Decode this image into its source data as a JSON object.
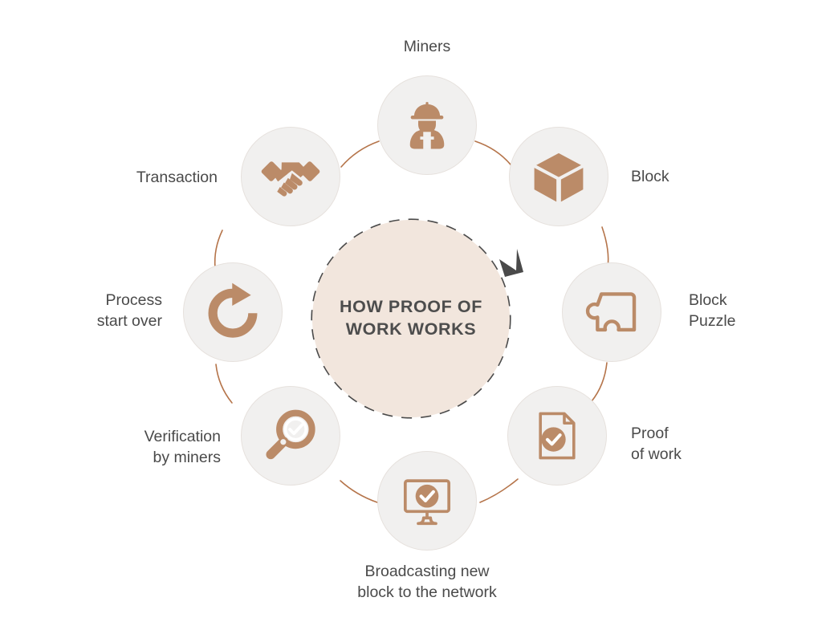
{
  "hub": {
    "title": "HOW PROOF OF\nWORK WORKS",
    "fill": "#f2e6dd",
    "dash_color": "#4a4a4a"
  },
  "theme": {
    "background": "#ffffff",
    "node_fill": "#f1f0ef",
    "node_border": "#e6e1dd",
    "icon_color": "#bb8b68",
    "connector_color": "#b5744a",
    "label_color": "#4a4a4a"
  },
  "diagram": {
    "type": "cycle",
    "direction": "clockwise",
    "node_count": 8,
    "nodes": [
      {
        "id": "miners",
        "label": "Miners",
        "icon": "miner-worker-icon",
        "label_pos": "top",
        "order": 1
      },
      {
        "id": "block",
        "label": "Block",
        "icon": "cube-block-icon",
        "label_pos": "right",
        "order": 2
      },
      {
        "id": "block-puzzle",
        "label": "Block\nPuzzle",
        "icon": "puzzle-piece-icon",
        "label_pos": "right",
        "order": 3
      },
      {
        "id": "proof-of-work",
        "label": "Proof\nof work",
        "icon": "document-check-icon",
        "label_pos": "right",
        "order": 4
      },
      {
        "id": "broadcasting",
        "label": "Broadcasting new\nblock to the network",
        "icon": "monitor-check-icon",
        "label_pos": "bottom",
        "order": 5
      },
      {
        "id": "verification",
        "label": "Verification\nby miners",
        "icon": "magnifier-check-icon",
        "label_pos": "left",
        "order": 6
      },
      {
        "id": "process-start-over",
        "label": "Process\nstart over",
        "icon": "refresh-circular-icon",
        "label_pos": "left",
        "order": 7
      },
      {
        "id": "transaction",
        "label": "Transaction",
        "icon": "handshake-icon",
        "label_pos": "left",
        "order": 8
      }
    ],
    "arrowheads": [
      {
        "name": "clockwise-arrow-top-right",
        "position": "top-right"
      },
      {
        "name": "clockwise-arrow-bottom-left",
        "position": "bottom-left"
      }
    ]
  }
}
